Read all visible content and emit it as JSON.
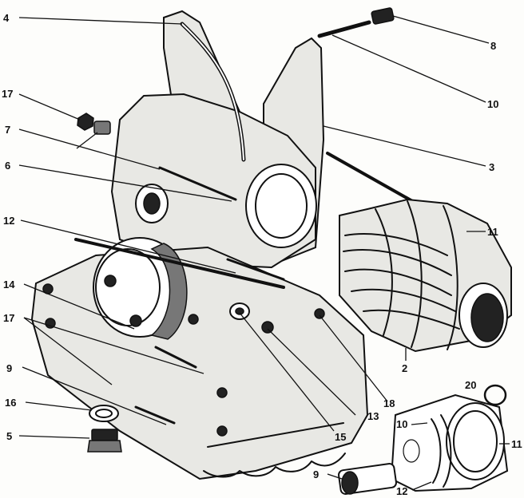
{
  "callouts": [
    {
      "id": "c4",
      "text": "4"
    },
    {
      "id": "c8",
      "text": "8"
    },
    {
      "id": "c17a",
      "text": "17"
    },
    {
      "id": "c7",
      "text": "7"
    },
    {
      "id": "c10a",
      "text": "10"
    },
    {
      "id": "c6",
      "text": "6"
    },
    {
      "id": "c3",
      "text": "3"
    },
    {
      "id": "c12a",
      "text": "12"
    },
    {
      "id": "c11a",
      "text": "11"
    },
    {
      "id": "c14",
      "text": "14"
    },
    {
      "id": "c17b",
      "text": "17"
    },
    {
      "id": "c9a",
      "text": "9"
    },
    {
      "id": "c2",
      "text": "2"
    },
    {
      "id": "c20",
      "text": "20"
    },
    {
      "id": "c18",
      "text": "18"
    },
    {
      "id": "c16",
      "text": "16"
    },
    {
      "id": "c13",
      "text": "13"
    },
    {
      "id": "c10b",
      "text": "10"
    },
    {
      "id": "c5",
      "text": "5"
    },
    {
      "id": "c15",
      "text": "15"
    },
    {
      "id": "c11b",
      "text": "11"
    },
    {
      "id": "c9b",
      "text": "9"
    },
    {
      "id": "c12b",
      "text": "12"
    }
  ]
}
